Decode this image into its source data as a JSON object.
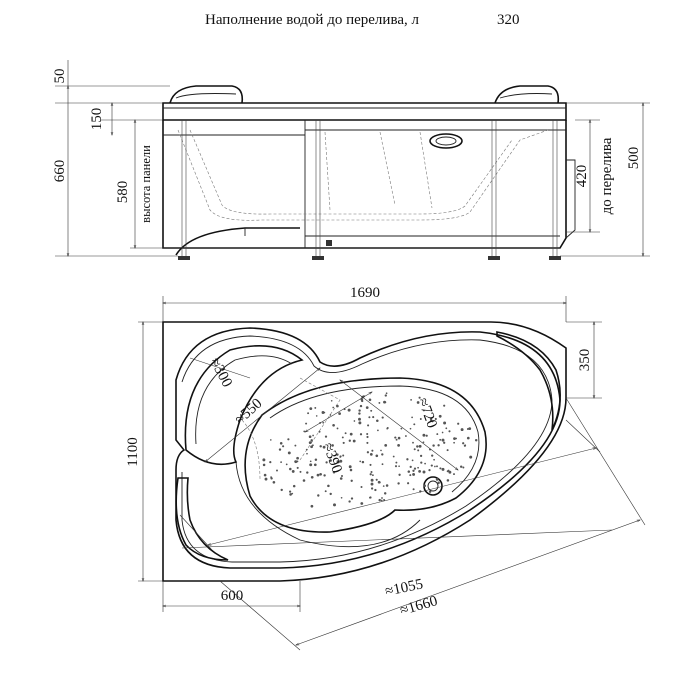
{
  "header": {
    "caption": "Наполнение водой до перелива, л",
    "volume": "320"
  },
  "side_view": {
    "dim_top": "50",
    "dim_upper": "150",
    "dim_total": "660",
    "dim_panel": "580",
    "label_panel_height": "высота панели",
    "dim_overflow": "420",
    "label_to_overflow": "до перелива",
    "dim_right": "500"
  },
  "plan_view": {
    "dim_width": "1690",
    "dim_height": "1100",
    "dim_corner": "350",
    "dim_headrest_radius": "≈300",
    "dim_seat": "≈550",
    "dim_bowl_length": "≈720",
    "dim_bowl_width": "≈390",
    "dim_600": "600",
    "dim_inner_diag": "≈1055",
    "dim_outer_diag": "≈1660"
  }
}
